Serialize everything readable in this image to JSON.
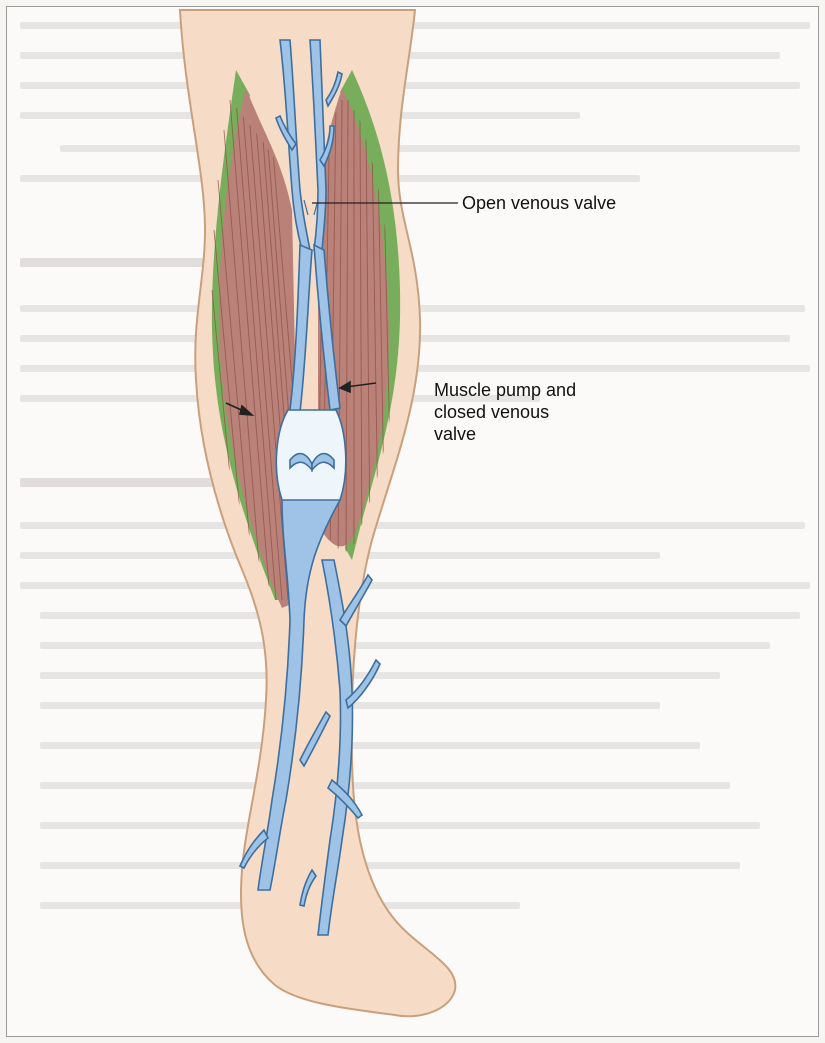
{
  "labels": {
    "open_valve": "Open venous valve",
    "muscle_pump_line1": "Muscle pump and",
    "muscle_pump_line2": "closed venous",
    "muscle_pump_line3": "valve"
  },
  "colors": {
    "skin": "#f6dcc6",
    "skin_outline": "#c9a07e",
    "muscle": "#b98178",
    "muscle_fibre": "#8c4f46",
    "fascia": "#6aa84f",
    "vein": "#9fc3e6",
    "vein_outline": "#3d6f9e",
    "leader_line": "#222222"
  }
}
